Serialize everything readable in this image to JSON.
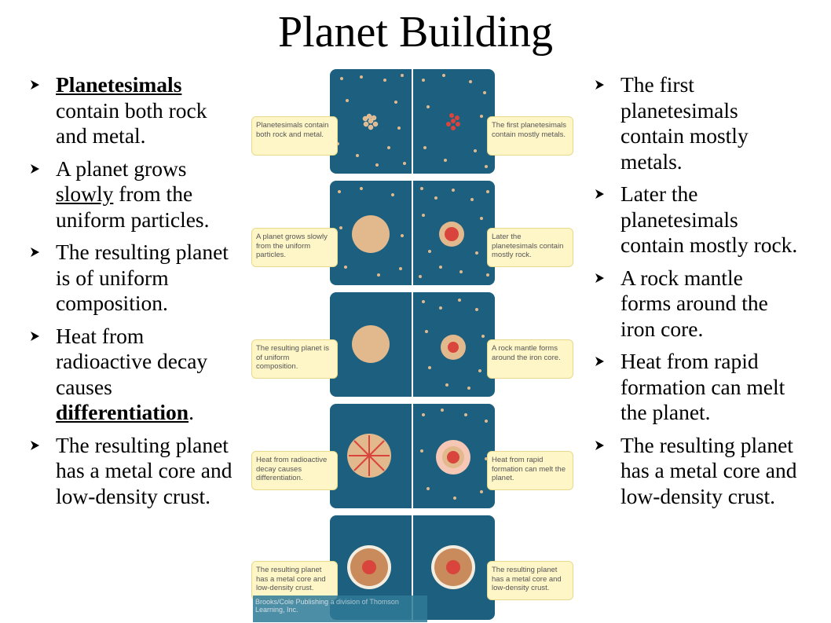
{
  "title": "Planet Building",
  "colors": {
    "panel": "#1d5f7e",
    "label_bg": "#fff6c8",
    "rock": "#e2b98d",
    "metal": "#d9443c",
    "crust": "#c98a5c"
  },
  "left_bullets": [
    {
      "underline_bold": "Planetesimals",
      "text": " contain both rock and metal."
    },
    {
      "pre": "A planet grows ",
      "underline": "slowly",
      "post": " from the uniform particles."
    },
    {
      "text": "The resulting planet is of uniform composition."
    },
    {
      "pre": "Heat from radioactive decay causes ",
      "underline_bold": "differentiation",
      "post": "."
    },
    {
      "text": "The resulting planet has a metal core and low-density crust."
    }
  ],
  "right_bullets": [
    "The first planetesimals contain mostly metals.",
    "Later the planetesimals contain mostly rock.",
    "A rock mantle forms around the iron core.",
    "Heat from rapid formation can melt the planet.",
    "The resulting planet has a metal core and low-density crust."
  ],
  "figure_labels": {
    "left": [
      "Planetesimals contain both rock and metal.",
      "A planet grows slowly from the uniform particles.",
      "The resulting planet is of uniform composition.",
      "Heat from radioactive decay causes differentiation.",
      "The resulting planet has a metal core and low-density crust."
    ],
    "right": [
      "The first planetesimals contain mostly metals.",
      "Later the planetesimals contain mostly rock.",
      "A rock mantle forms around the iron core.",
      "Heat from rapid formation can melt the planet.",
      "The resulting planet has a metal core and low-density crust."
    ]
  },
  "credit": "Brooks/Cole Publishing a division of Thomson Learning, Inc."
}
